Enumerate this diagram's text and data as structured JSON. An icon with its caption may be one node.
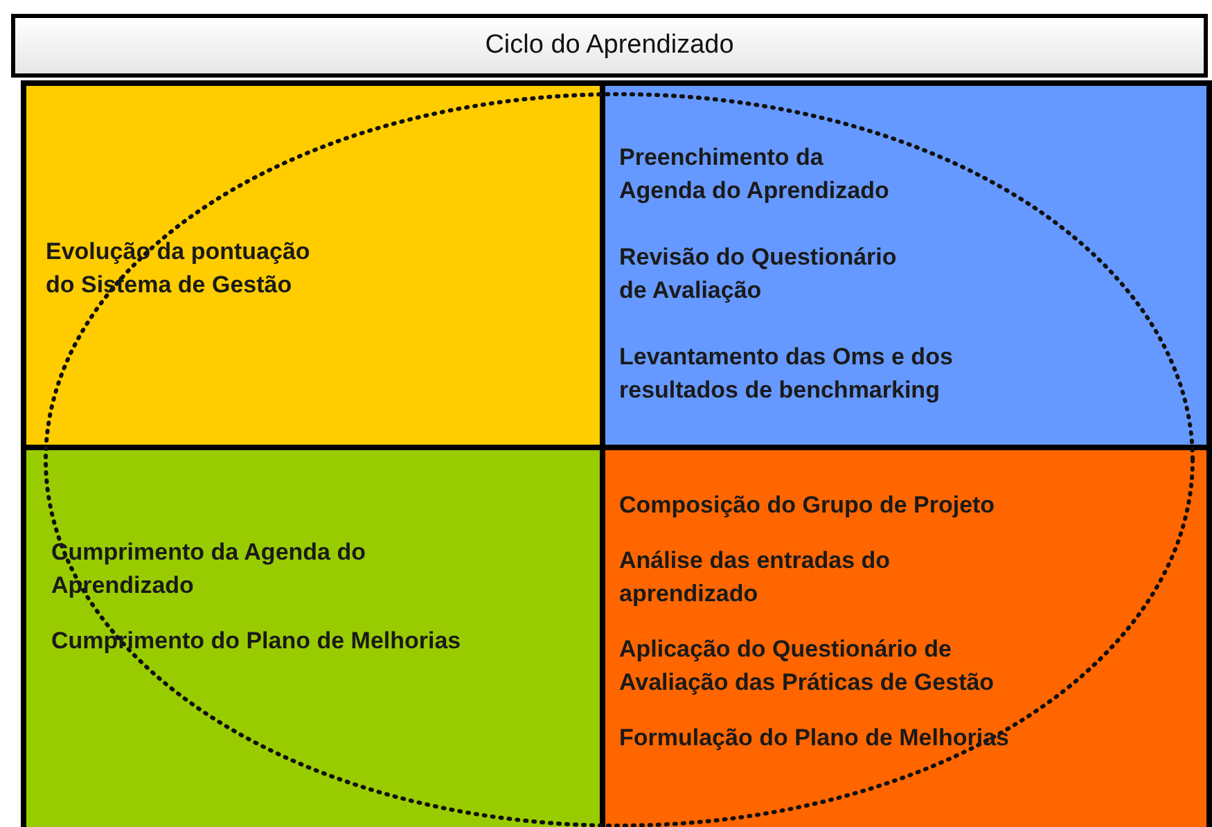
{
  "diagram": {
    "title": "Ciclo do Aprendizado",
    "nodes": [
      {
        "text": [
          "Evolução da pontuação do Sistema de Gestão"
        ]
      },
      {
        "text": [
          "Preenchimento da Agenda do Aprendizado",
          "Revisão do Questionário de Avaliação",
          "Levantamento das Oms e dos resultados de benchmarking"
        ]
      },
      {
        "text": [
          "Cumprimento da Agenda do Aprendizado",
          "Cumprimento do Plano de Melhorias"
        ]
      },
      {
        "text": [
          "Composição do Grupo de Projeto",
          "Análise das entradas do aprendizado",
          "Aplicação do Questionário de Avaliação das Práticas de Gestão",
          "Formulação do Plano de Melhorias"
        ]
      }
    ]
  }
}
